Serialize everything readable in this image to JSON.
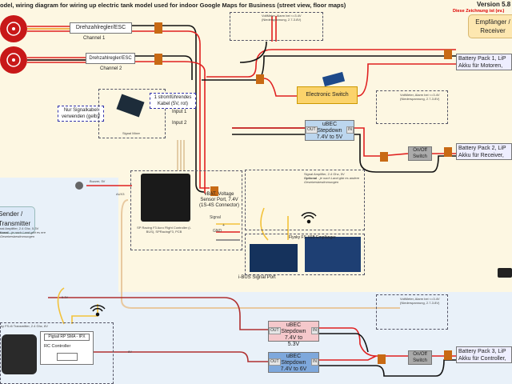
{
  "title": "odel, wiring diagram for wiring up electric tank model used for indoor Google Maps for Business (street view, floor maps)",
  "version": "Version 5.8",
  "version_note": "Diese Zeichnung ist (ev.)",
  "sections": {
    "receiver": "Empfänger / Receiver",
    "transmitter": "Sender / Transmitter"
  },
  "esc": [
    {
      "label": "Drehzahlregler/ESC",
      "channel": "Channel 1"
    },
    {
      "label": "Drehzahlregler/ESC",
      "channel": "Channel 2"
    }
  ],
  "notes": {
    "signal_only": "Nur Signalkabel verwenden (gelb)!",
    "one_power_wire": "1 stromführendes Kabel (5V, rot)",
    "signal_mixer": "Signal Mixer",
    "input1": "Input 1",
    "input2": "Input 2"
  },
  "voltmeter": {
    "line1": "VoltMeter, Alarm bei <=3.4V",
    "line2": "(Niederspannung, 2.7-3.8V)"
  },
  "batteries": [
    {
      "line1": "Battery Pack 1, LiP",
      "line2": "Akku für Motoren,"
    },
    {
      "line1": "Battery Pack 2, LiP",
      "line2": "Akku für Receiver,"
    },
    {
      "line1": "Battery Pack 3, LiP",
      "line2": "Akku für Controller,"
    }
  ],
  "electronic_switch": "Electronic Switch",
  "ubec": [
    {
      "title": "uBEC",
      "sub": "Stepdown",
      "range": "7.4V to 5V",
      "color": "#bcd6ee"
    },
    {
      "title": "uBEC",
      "sub": "Stepdown",
      "range": "7.4V to 5.3V",
      "color": "#f5c8cb"
    },
    {
      "title": "uBEC",
      "sub": "Stepdown",
      "range": "7.4V to 6V",
      "color": "#7ea8dc"
    }
  ],
  "ubec_ports": {
    "out": "OUT",
    "in": "IN"
  },
  "onoff_switch": "On/Off Switch",
  "buzzer": "Buzzer, 5V",
  "aux": "AUX3",
  "flight_controller": "SP Racing F3 Acro Flight Controller (i-BUS), SPRacingF3, PCB",
  "vbat": "vBAT, Voltage Sensor Port, 7.4V (1S-4S Connector)",
  "legend": {
    "signal": "Signal",
    "plus": "+",
    "gnd": "GND"
  },
  "amp_rx": {
    "title": "Signal Amplifier, 2.4 Ghz, 5V",
    "optional": "Optional",
    "note": " - je nach Land gibt es andere Gesetzesbestimmungen"
  },
  "amp_tx": {
    "title": "nal Amplifier, 2.4 Ghz, 5.3V",
    "optional": "tional",
    "note": " - je nach Land gibt es ere Gesetzesbestimmungen"
  },
  "receiver_name": "Flysky FS X6B Empfänger",
  "ibus": "i-BUS Signal Port",
  "transmitter_name": "ky FS-i6 Transmitter, 2.4 Ghz, 6V",
  "pigtail": "Pigtail RP SMA - IPX",
  "rc_controller": "RC Controller",
  "wire_labels": {
    "v53": "5.3V",
    "v6": "6V"
  },
  "colors": {
    "background": "#fdf7e2",
    "transmitter_bg": "#e9f1f9",
    "wire_red": "#e02020",
    "wire_black": "#111111",
    "signal": "#f3c23a"
  }
}
